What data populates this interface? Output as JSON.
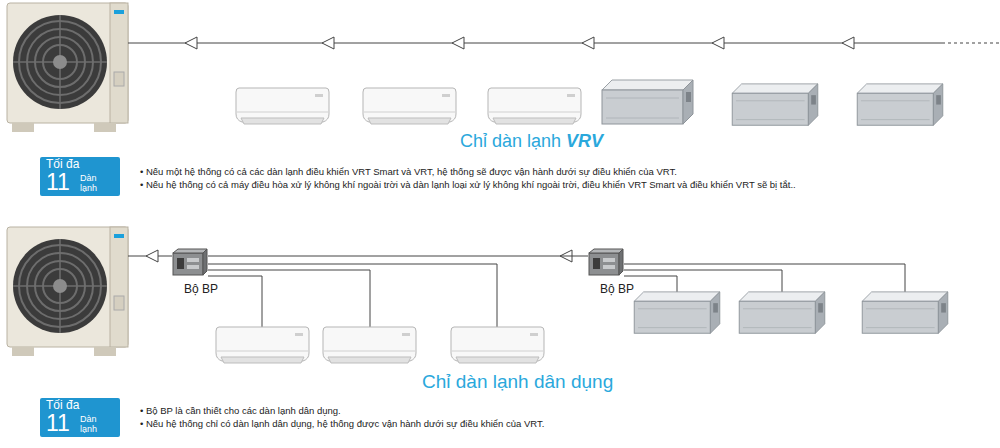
{
  "diagram": {
    "nodes": [
      {
        "text": [
          "Tối đa",
          "11",
          "Dàn lạnh"
        ]
      },
      {
        "text": [
          "Bộ BP"
        ]
      },
      {
        "text": [
          "Bộ BP"
        ]
      },
      {
        "text": [
          "Tối đa",
          "11",
          "Dàn lạnh"
        ]
      }
    ],
    "edges": [
      {
        "from": 1,
        "to": 2,
        "arrow": "none"
      }
    ],
    "labels": [
      "Chỉ dàn lạnh",
      "VRV",
      "• Nếu một hệ thống có cả các dàn lạnh điều khiển VRT Smart và VRT, hệ thống sẽ được vận hành dưới sự điều khiển của VRT.",
      "• Nếu hệ thống có cả máy điều hòa xử lý không khí ngoài trời và dàn lạnh loại xử lý không khí ngoài trời, điều khiển VRT Smart và điều khiển VRT sẽ bị tắt..",
      "Chỉ dàn lạnh dân dụng",
      "• Bộ BP là cần thiết cho các dàn lạnh dân dụng.",
      "• Nếu hệ thống chỉ có dàn lạnh dân dụng, hệ thống được vận hành dưới sự điều khiển của VRT."
    ]
  }
}
